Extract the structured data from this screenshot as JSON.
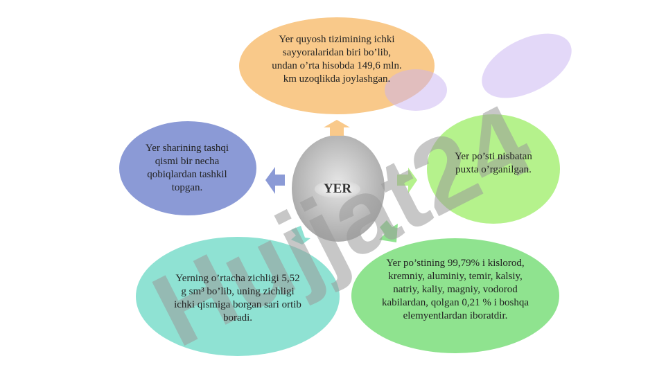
{
  "center": {
    "label": "YER"
  },
  "nodes": {
    "top": "Yer quyosh tizimining ichki sayyoralaridan biri bo’lib, undan o’rta hisobda 149,6 mln. km uzoqlikda joylashgan.",
    "right": "Yer po’sti nisbatan puxta o’rganilgan.",
    "bottom_right": "Yer po’stining 99,79% i kislorod, kremniy, aluminiy, temir, kalsiy, natriy, kaliy, magniy, vodorod kabilardan, qolgan 0,21 % i boshqa elemyentlardan iboratdir.",
    "bottom_left": "Yerning o’rtacha zichligi 5,52 g sm³ bo’lib, uning zichligi ichki qismiga borgan sari ortib boradi.",
    "left": "Yer sharining tashqi qismi bir necha qobiqlardan tashkil topgan."
  },
  "watermark": {
    "text": "Hujjat24"
  },
  "colors": {
    "top": "#f9c98a",
    "right": "#b5f28c",
    "bottom_right": "#8fe38f",
    "bottom_left": "#8fe2d3",
    "left": "#8b9ad6",
    "center": "#b9b9b9",
    "watermark_gray": "#9a9a9a",
    "watermark_purple": "#c9b3f2"
  }
}
